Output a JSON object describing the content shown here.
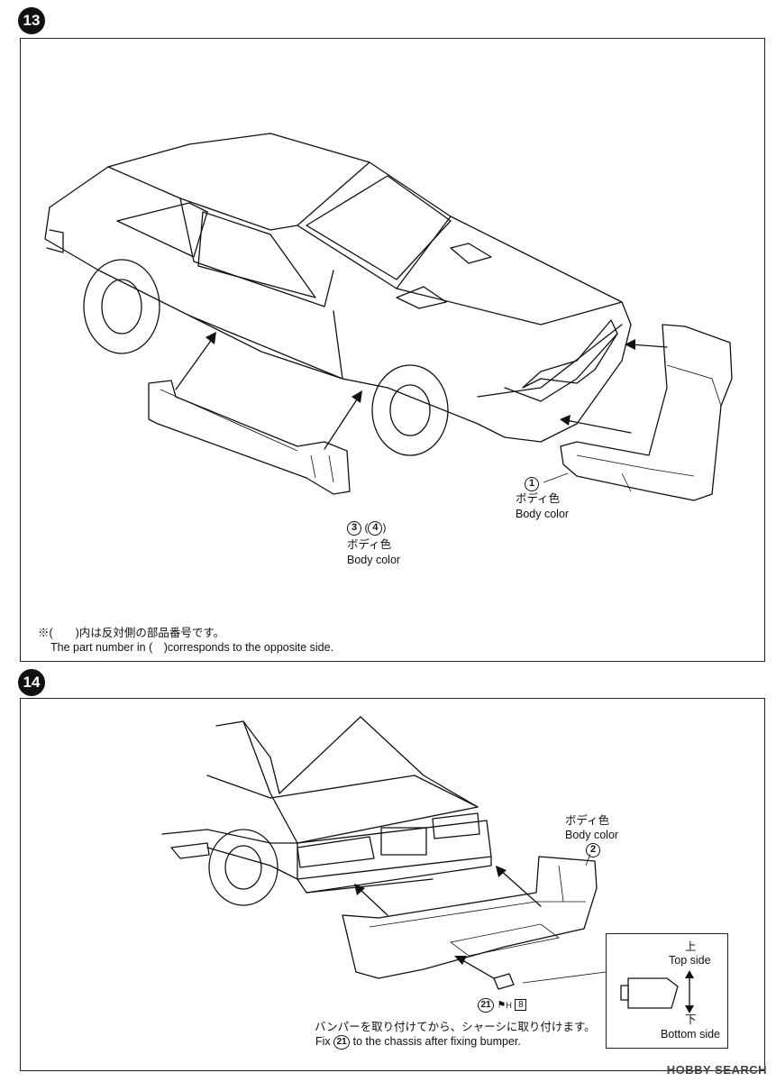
{
  "step13": {
    "number": "13",
    "part1": {
      "number": "1",
      "jp": "ボディ色",
      "en": "Body color"
    },
    "part3": {
      "number": "3",
      "paren_number": "4",
      "jp": "ボディ色",
      "en": "Body color"
    },
    "note_jp": "※(　　)内は反対側の部品番号です。",
    "note_en": "The part number in (　)corresponds to the opposite side."
  },
  "step14": {
    "number": "14",
    "part2": {
      "number": "2",
      "jp": "ボディ色",
      "en": "Body color"
    },
    "part21": {
      "number": "21",
      "tag": "H",
      "box": "8"
    },
    "instruction_jp": "バンパーを取り付けてから、シャーシに取り付けます。",
    "instruction_en_pre": "Fix",
    "instruction_en_num": "21",
    "instruction_en_post": "to the chassis after fixing bumper.",
    "orientation": {
      "top_jp": "上",
      "top_en": "Top side",
      "bottom_jp": "下",
      "bottom_en": "Bottom side"
    }
  },
  "watermark": "HOBBY SEARCH"
}
